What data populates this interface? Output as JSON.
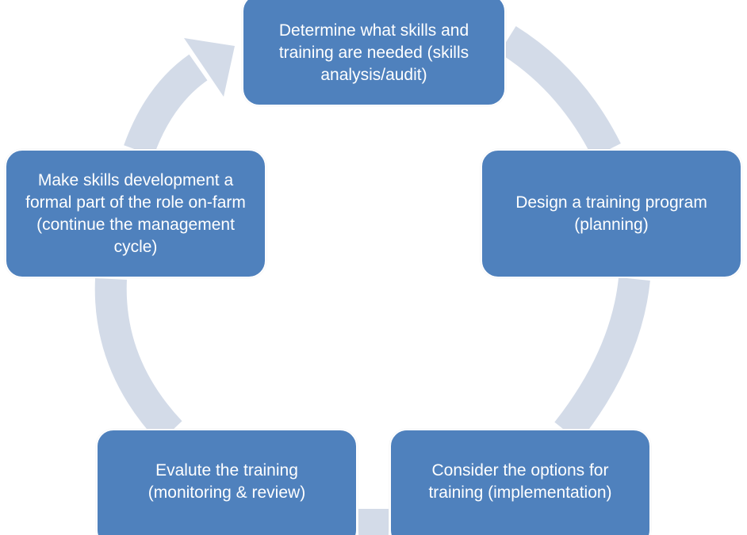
{
  "diagram": {
    "type": "cycle",
    "colors": {
      "node_fill": "#4f81bd",
      "node_text": "#ffffff",
      "connector": "#d3dbe8"
    },
    "steps": [
      {
        "label": "Determine what skills and training are needed (skills analysis/audit)"
      },
      {
        "label": "Design a training program (planning)"
      },
      {
        "label": "Consider the options for training (implementation)"
      },
      {
        "label": "Evalute the training (monitoring & review)"
      },
      {
        "label": "Make skills development a formal part of the role on-farm (continue the management cycle)"
      }
    ]
  }
}
